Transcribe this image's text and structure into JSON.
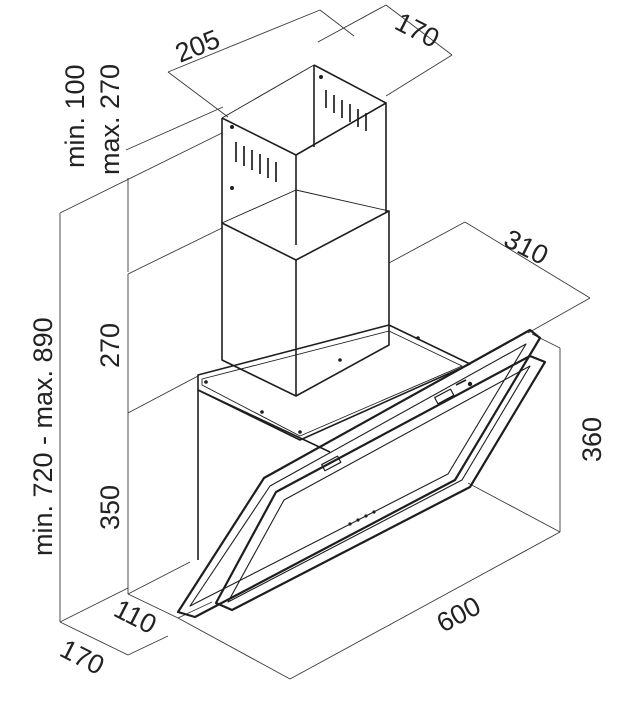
{
  "dimensions": {
    "chimney_width": "205",
    "chimney_depth": "170",
    "chimney_extension": "min. 100",
    "chimney_extension_max": "max. 270",
    "total_height": "min. 720 - max. 890",
    "upper_chimney_height": "270",
    "body_height": "350",
    "canopy_depth": "310",
    "canopy_height": "360",
    "bottom_depth": "110",
    "wall_depth": "170",
    "width": "600"
  },
  "colors": {
    "line": "#1e1e1e",
    "dimension_line": "#3a3a3a",
    "text": "#222222",
    "background": "#ffffff"
  }
}
